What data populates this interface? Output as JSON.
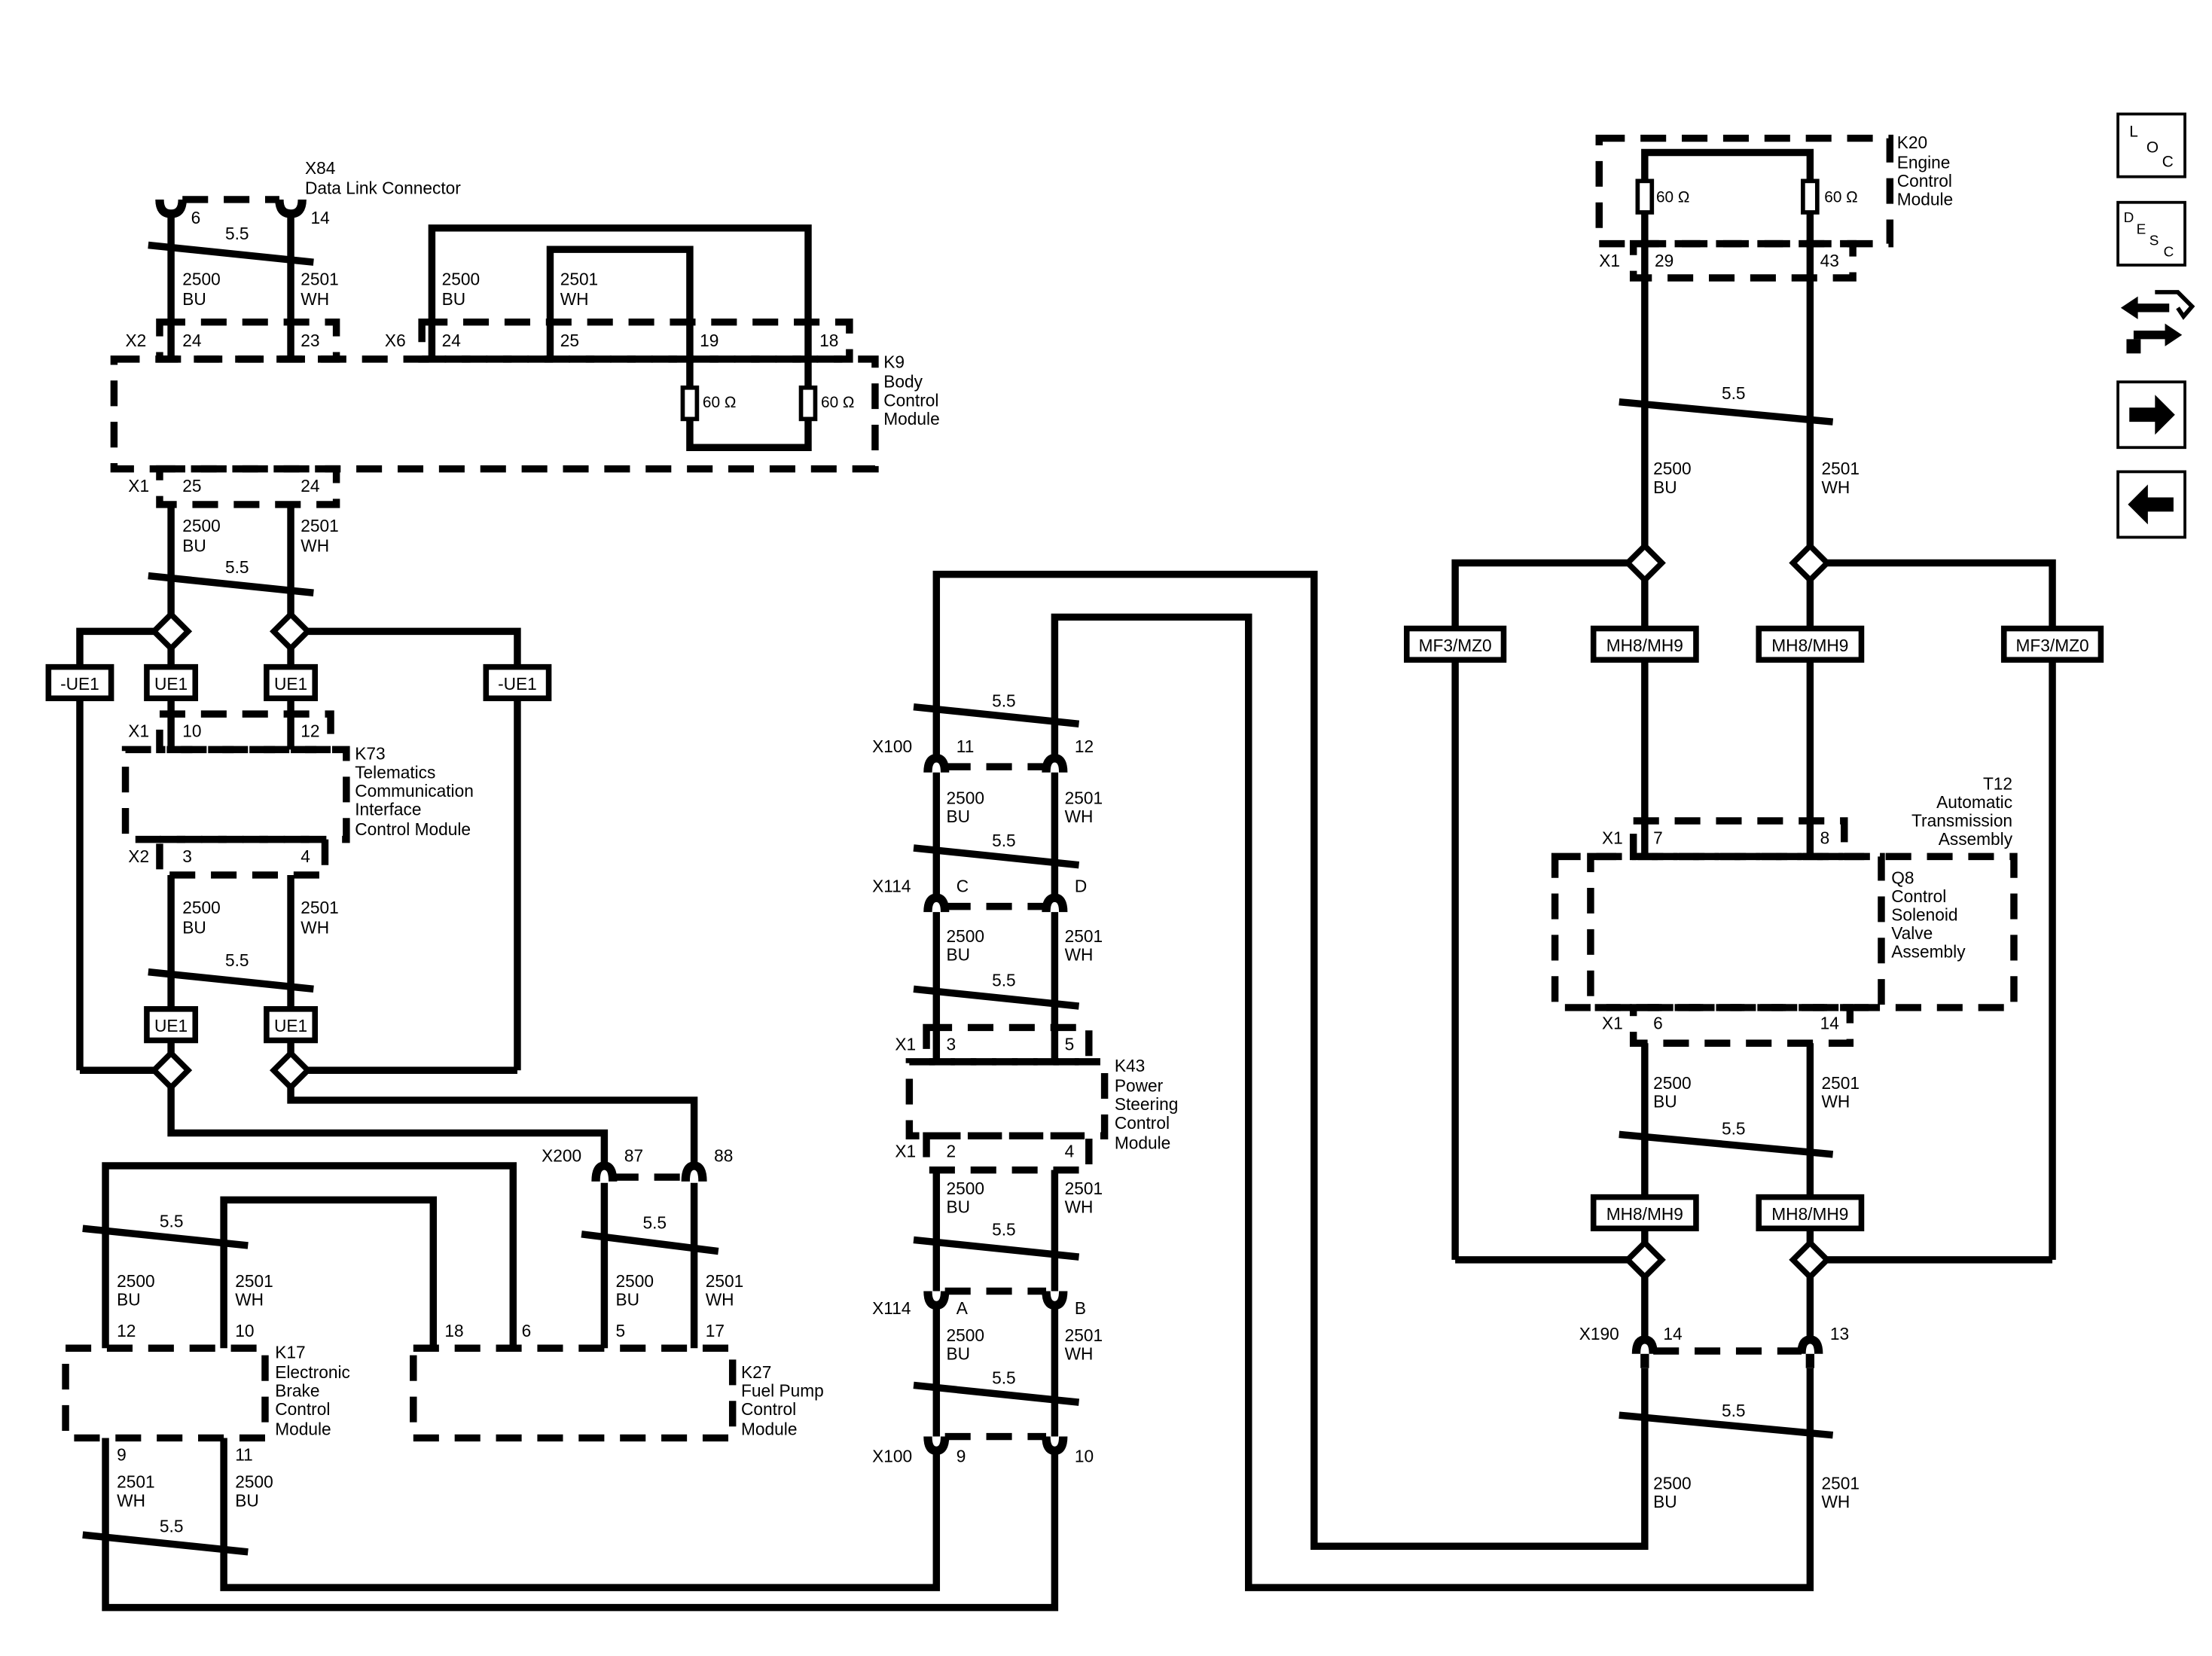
{
  "connectors": {
    "x84": {
      "id": "X84",
      "name": "Data Link Connector"
    },
    "x2": "X2",
    "x6": "X6",
    "x1": "X1",
    "x100": "X100",
    "x114": "X114",
    "x200": "X200",
    "x190": "X190"
  },
  "modules": {
    "k9": {
      "id": "K9",
      "lines": [
        "Body",
        "Control",
        "Module"
      ]
    },
    "k73": {
      "id": "K73",
      "lines": [
        "Telematics",
        "Communication",
        "Interface",
        "Control Module"
      ]
    },
    "k17": {
      "id": "K17",
      "lines": [
        "Electronic",
        "Brake",
        "Control",
        "Module"
      ]
    },
    "k27": {
      "id": "K27",
      "lines": [
        "Fuel Pump",
        "Control",
        "Module"
      ]
    },
    "k43": {
      "id": "K43",
      "lines": [
        "Power",
        "Steering",
        "Control",
        "Module"
      ]
    },
    "k20": {
      "id": "K20",
      "lines": [
        "Engine",
        "Control",
        "Module"
      ]
    },
    "t12": {
      "id": "T12",
      "lines": [
        "Automatic",
        "Transmission",
        "Assembly"
      ]
    },
    "q8": {
      "id": "Q8",
      "lines": [
        "Control",
        "Solenoid",
        "Valve",
        "Assembly"
      ]
    }
  },
  "pins": {
    "p6": "6",
    "p14": "14",
    "p24": "24",
    "p23": "23",
    "p25": "25",
    "p19": "19",
    "p18": "18",
    "p10": "10",
    "p12": "12",
    "p3": "3",
    "p4": "4",
    "p87": "87",
    "p88": "88",
    "p5": "5",
    "p17": "17",
    "p9": "9",
    "p11": "11",
    "p29": "29",
    "p43": "43",
    "p7": "7",
    "p8": "8",
    "p13": "13",
    "p2": "2",
    "pA": "A",
    "pB": "B",
    "pC": "C",
    "pD": "D"
  },
  "wires": {
    "c2500": "2500",
    "c2501": "2501",
    "bu": "BU",
    "wh": "WH",
    "twist": "5.5"
  },
  "resistor": "60 Ω",
  "options": {
    "ue1": "UE1",
    "not_ue1": "-UE1",
    "mf3": "MF3/MZ0",
    "mh8": "MH8/MH9"
  },
  "nav": {
    "loc": "LOC",
    "desc": "DESC"
  }
}
